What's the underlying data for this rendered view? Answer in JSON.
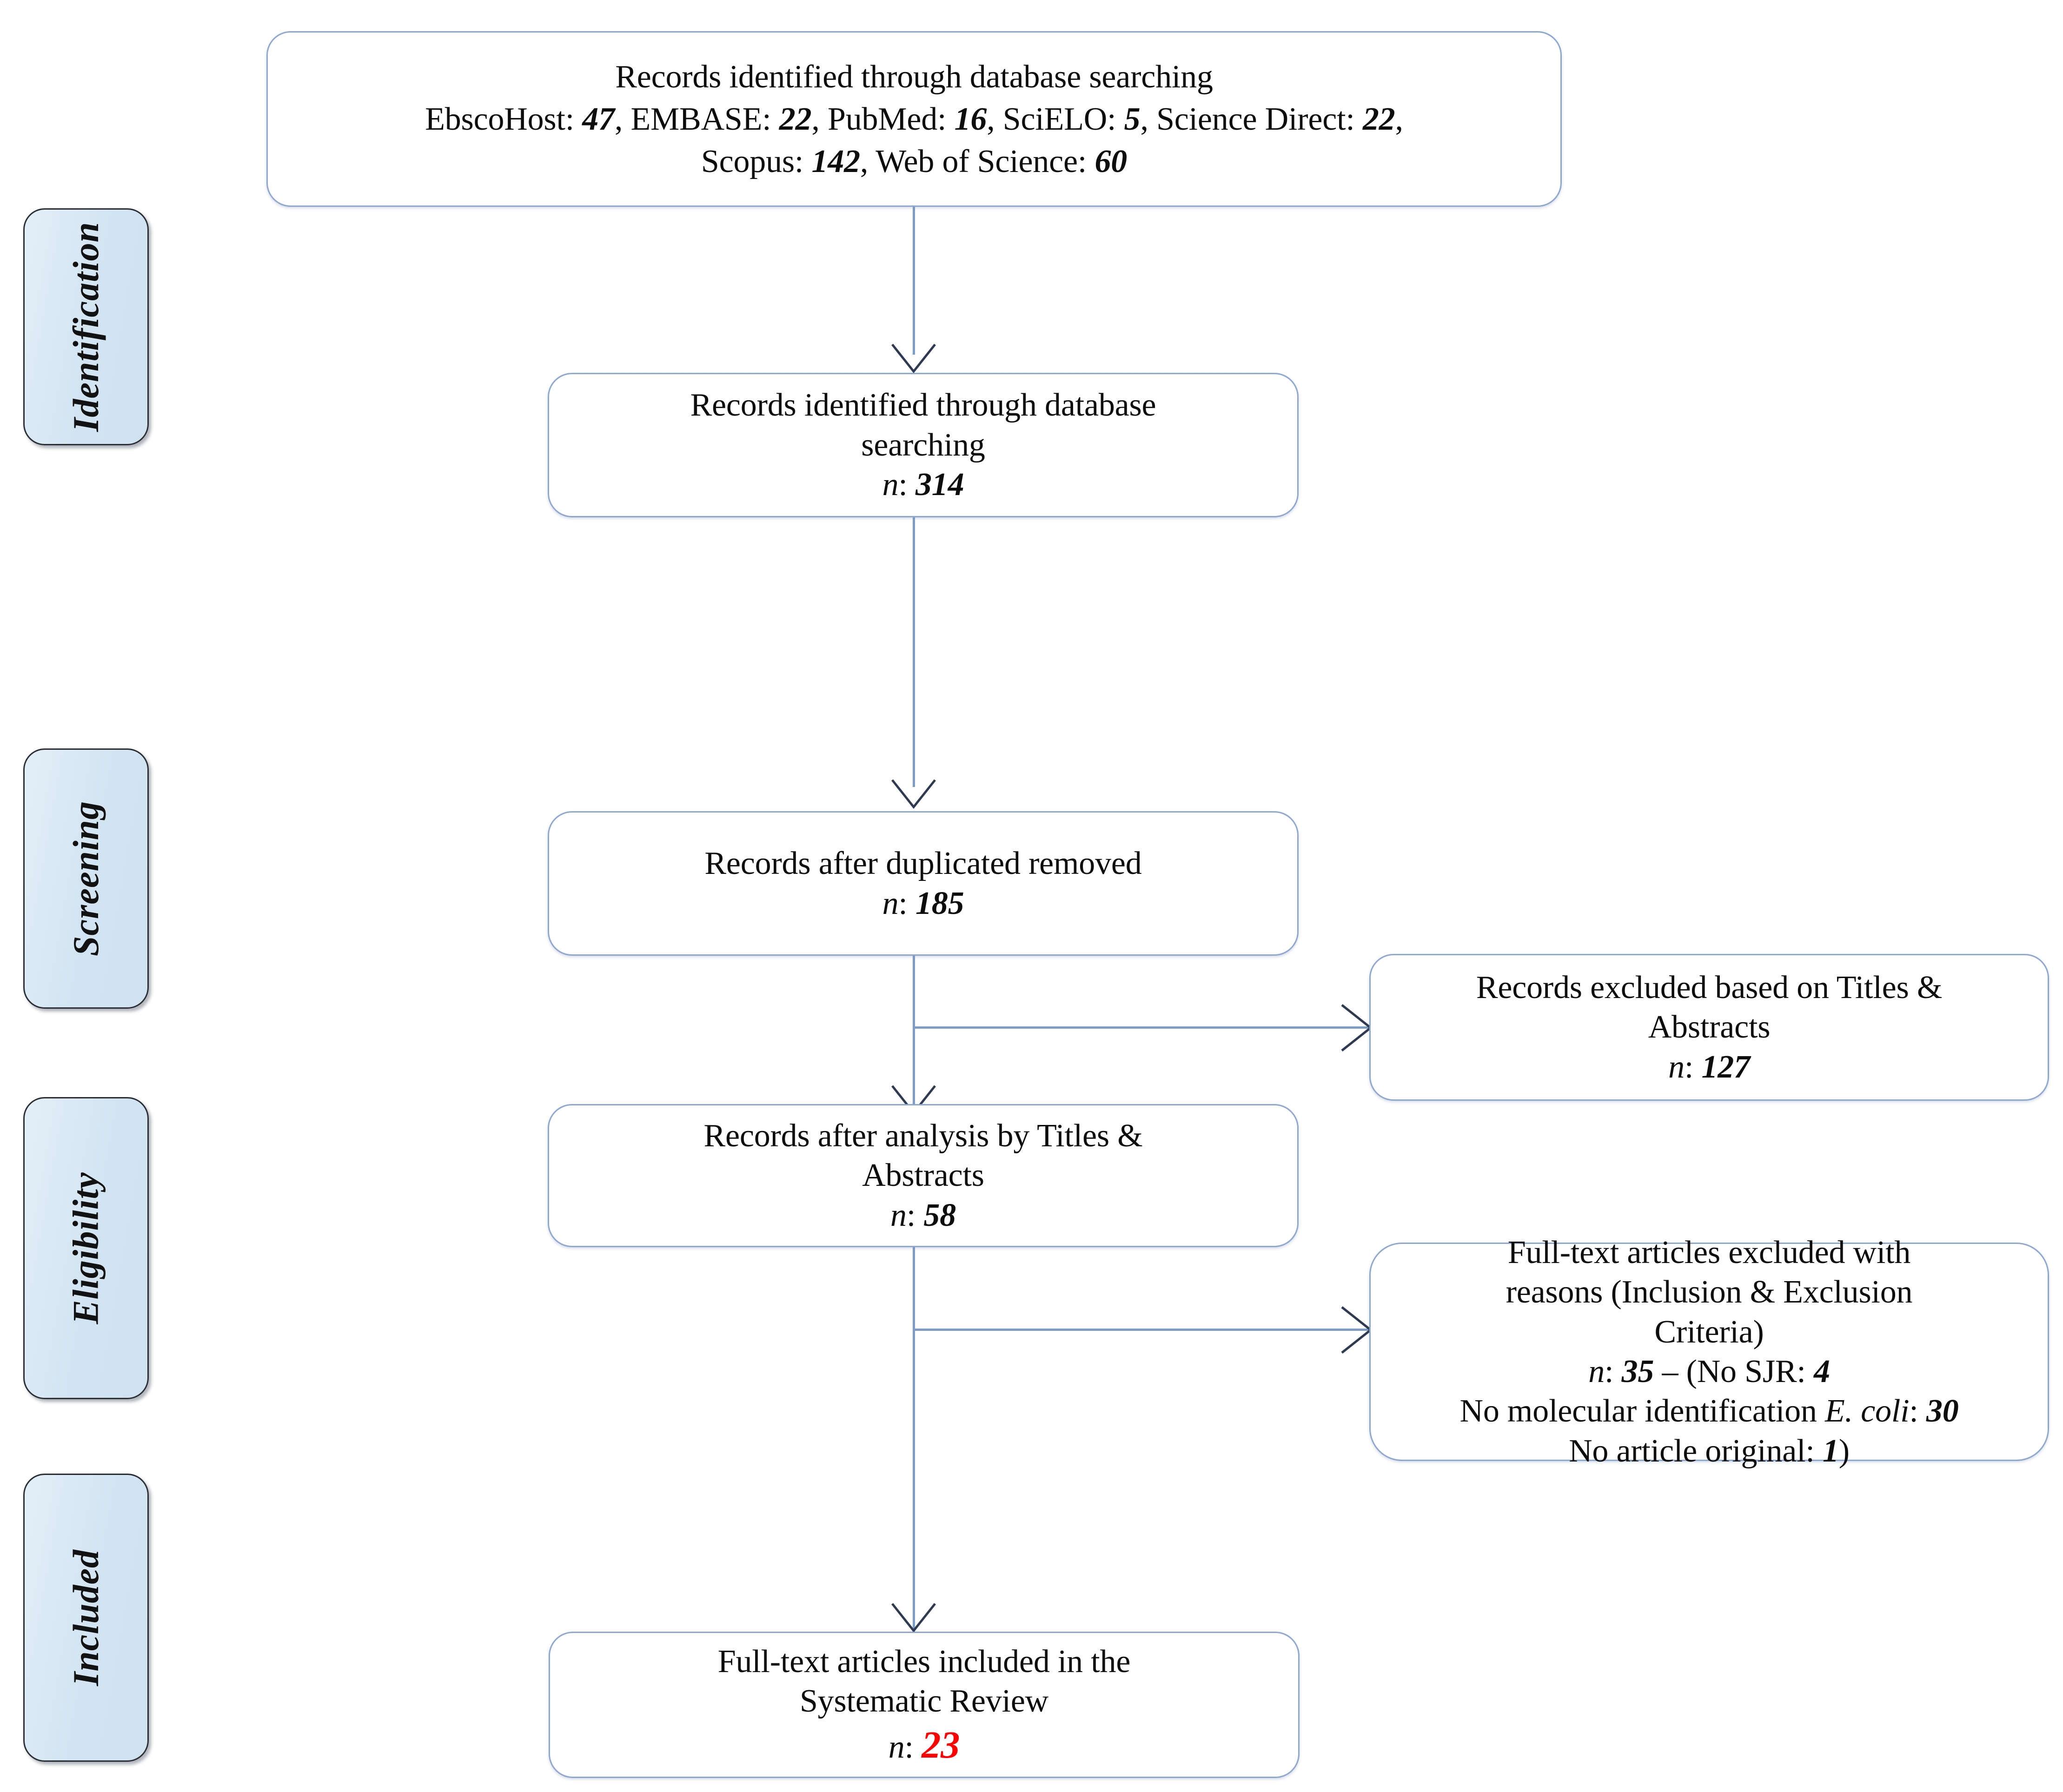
{
  "diagram": {
    "title": "PRISMA flow diagram",
    "accent_line_color": "#7d9dc8",
    "box_border_color": "#8fa8cf",
    "phase_fill_color": "#d2e4f2",
    "highlight_color": "#ff0000"
  },
  "phases": [
    {
      "id": "identification",
      "label": "Identification"
    },
    {
      "id": "screening",
      "label": "Screening"
    },
    {
      "id": "eligibility",
      "label": "Eligibility"
    },
    {
      "id": "included",
      "label": "Included"
    }
  ],
  "nodes": {
    "records_identified_sources": {
      "line1": "Records identified through database searching",
      "line2_parts": [
        {
          "text": "EbscoHost: ",
          "style": "normal"
        },
        {
          "text": "47",
          "style": "bold-italic"
        },
        {
          "text": ", EMBASE: ",
          "style": "normal"
        },
        {
          "text": "22",
          "style": "bold-italic"
        },
        {
          "text": ", PubMed: ",
          "style": "normal"
        },
        {
          "text": "16",
          "style": "bold-italic"
        },
        {
          "text": ", SciELO: ",
          "style": "normal"
        },
        {
          "text": "5",
          "style": "bold-italic"
        },
        {
          "text": ", Science Direct: ",
          "style": "normal"
        },
        {
          "text": "22",
          "style": "bold-italic"
        },
        {
          "text": ",",
          "style": "normal"
        }
      ],
      "line3_parts": [
        {
          "text": "Scopus: ",
          "style": "normal"
        },
        {
          "text": "142",
          "style": "bold-italic"
        },
        {
          "text": ", Web of Science: ",
          "style": "normal"
        },
        {
          "text": "60",
          "style": "bold-italic"
        }
      ],
      "sources": [
        {
          "name": "EbscoHost",
          "count": 47
        },
        {
          "name": "EMBASE",
          "count": 22
        },
        {
          "name": "PubMed",
          "count": 16
        },
        {
          "name": "SciELO",
          "count": 5
        },
        {
          "name": "Science Direct",
          "count": 22
        },
        {
          "name": "Scopus",
          "count": 142
        },
        {
          "name": "Web of Science",
          "count": 60
        }
      ]
    },
    "records_identified_total": {
      "line1": "Records identified through database",
      "line2": "searching",
      "n_label": "n",
      "n_sep": ": ",
      "n_value": "314"
    },
    "records_after_duplicates": {
      "line1": "Records after duplicated removed",
      "n_label": "n",
      "n_sep": ": ",
      "n_value": "185"
    },
    "records_excluded_titles": {
      "line1": "Records excluded based on Titles &",
      "line2": "Abstracts",
      "n_label": "n",
      "n_sep": ": ",
      "n_value": "127"
    },
    "records_after_titles": {
      "line1": "Records after analysis by Titles &",
      "line2": "Abstracts",
      "n_label": "n",
      "n_sep": ": ",
      "n_value": "58"
    },
    "fulltext_excluded": {
      "line1": "Full-text articles excluded with",
      "line2": "reasons (Inclusion & Exclusion",
      "line3": "Criteria)",
      "line4_parts": [
        {
          "text": "n",
          "style": "italic"
        },
        {
          "text": ": ",
          "style": "normal"
        },
        {
          "text": "35",
          "style": "bold-italic"
        },
        {
          "text": " – (No SJR: ",
          "style": "normal"
        },
        {
          "text": "4",
          "style": "bold-italic"
        }
      ],
      "line5_parts": [
        {
          "text": "No molecular identification ",
          "style": "normal"
        },
        {
          "text": "E. coli",
          "style": "italic"
        },
        {
          "text": ": ",
          "style": "normal"
        },
        {
          "text": "30",
          "style": "bold-italic"
        }
      ],
      "line6_parts": [
        {
          "text": "No article original: ",
          "style": "normal"
        },
        {
          "text": "1",
          "style": "bold-italic"
        },
        {
          "text": ")",
          "style": "normal"
        }
      ],
      "reasons": [
        {
          "reason": "No SJR",
          "count": 4
        },
        {
          "reason": "No molecular identification E. coli",
          "count": 30
        },
        {
          "reason": "No article original",
          "count": 1
        }
      ],
      "total": 35
    },
    "fulltext_included": {
      "line1": "Full-text articles included in the",
      "line2": "Systematic Review",
      "n_label": "n",
      "n_sep": ": ",
      "n_value": "23"
    }
  }
}
